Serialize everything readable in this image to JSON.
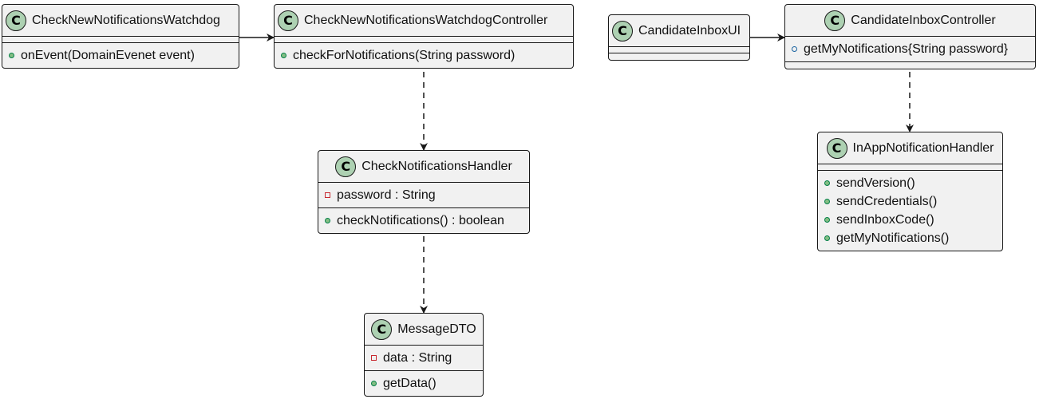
{
  "diagram": {
    "classes": {
      "watchdog": {
        "stereotype": "C",
        "name": "CheckNewNotificationsWatchdog",
        "fields": [],
        "methods": [
          {
            "visibility": "public",
            "text": "onEvent(DomainEvenet event)"
          }
        ]
      },
      "watchdog_controller": {
        "stereotype": "C",
        "name": "CheckNewNotificationsWatchdogController",
        "fields": [],
        "methods": [
          {
            "visibility": "public",
            "text": "checkForNotifications(String password)"
          }
        ]
      },
      "check_handler": {
        "stereotype": "C",
        "name": "CheckNotificationsHandler",
        "fields": [
          {
            "visibility": "private",
            "text": "password : String"
          }
        ],
        "methods": [
          {
            "visibility": "public",
            "text": "checkNotifications() : boolean"
          }
        ]
      },
      "message_dto": {
        "stereotype": "C",
        "name": "MessageDTO",
        "fields": [
          {
            "visibility": "private",
            "text": "data : String"
          }
        ],
        "methods": [
          {
            "visibility": "public",
            "text": "getData()"
          }
        ]
      },
      "inbox_ui": {
        "stereotype": "C",
        "name": "CandidateInboxUI",
        "fields": [],
        "methods": []
      },
      "inbox_controller": {
        "stereotype": "C",
        "name": "CandidateInboxController",
        "fields": [
          {
            "visibility": "package",
            "text": "getMyNotifications{String password}"
          }
        ],
        "methods": []
      },
      "inapp_handler": {
        "stereotype": "C",
        "name": "InAppNotificationHandler",
        "fields": [],
        "methods": [
          {
            "visibility": "public",
            "text": "sendVersion()"
          },
          {
            "visibility": "public",
            "text": "sendCredentials()"
          },
          {
            "visibility": "public",
            "text": "sendInboxCode()"
          },
          {
            "visibility": "public",
            "text": "getMyNotifications()"
          }
        ]
      }
    },
    "relations": [
      {
        "from": "watchdog",
        "to": "watchdog_controller",
        "style": "solid"
      },
      {
        "from": "watchdog_controller",
        "to": "check_handler",
        "style": "dashed"
      },
      {
        "from": "check_handler",
        "to": "message_dto",
        "style": "dashed"
      },
      {
        "from": "inbox_ui",
        "to": "inbox_controller",
        "style": "solid"
      },
      {
        "from": "inbox_controller",
        "to": "inapp_handler",
        "style": "dashed"
      }
    ],
    "colors": {
      "class_fill": "#f1f1f1",
      "border": "#181818",
      "badge_fill": "#add1b2",
      "public_marker": "#84be84",
      "private_marker": "#c82930",
      "package_marker": "#1963a0"
    }
  }
}
